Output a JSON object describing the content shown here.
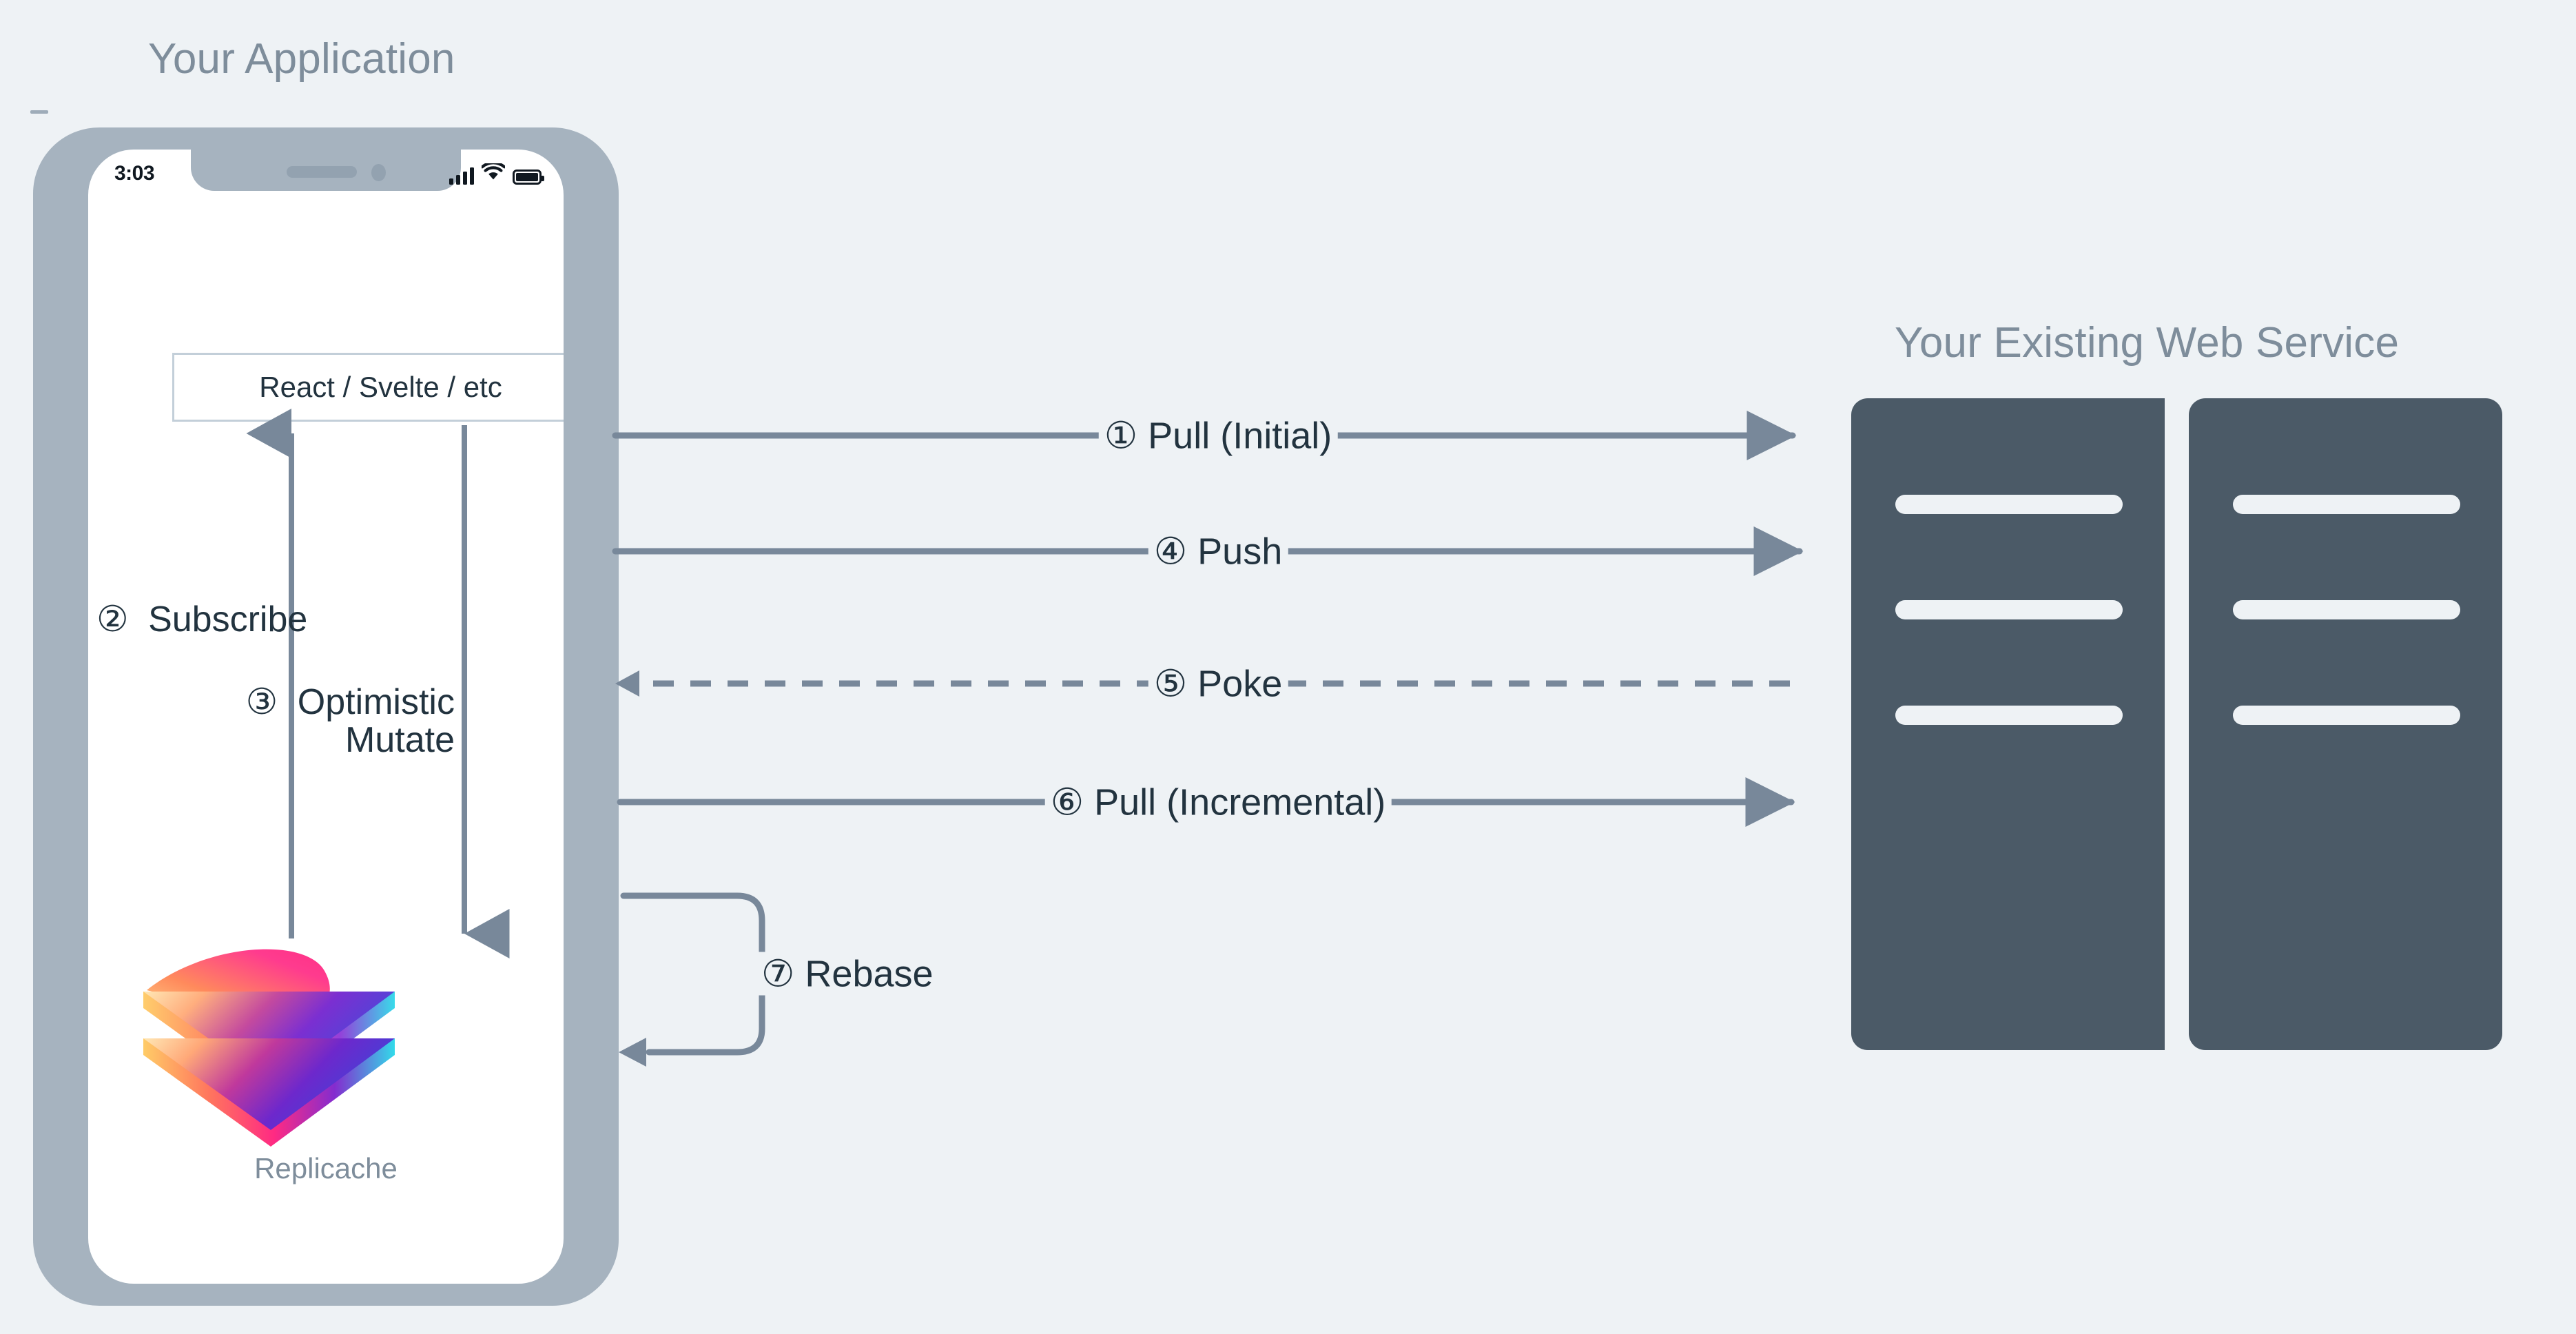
{
  "diagram": {
    "background_color": "#eef2f5",
    "client_title": "Your Application",
    "service_title": "Your Existing Web Service"
  },
  "phone": {
    "frame_color": "#a6b3bf",
    "screen_color": "#ffffff",
    "status_bar": {
      "time": "3:03",
      "icons": [
        "cellular-signal-icon",
        "wifi-icon",
        "battery-icon"
      ]
    },
    "framework_box": {
      "label": "React / Svelte / etc",
      "border_color": "#c3cfd9"
    },
    "internal_steps": [
      {
        "number": "②",
        "label": "Subscribe",
        "direction": "up",
        "from": "Replicache",
        "to": "React / Svelte / etc"
      },
      {
        "number": "③",
        "label_line1": "Optimistic",
        "label_line2": "Mutate",
        "direction": "down",
        "from": "React / Svelte / etc",
        "to": "Replicache"
      }
    ],
    "logo": {
      "name": "replicache-logo",
      "caption": "Replicache",
      "caption_color": "#7e8d9b",
      "gradient_stops": [
        "#ffd98a",
        "#ff8a5c",
        "#ff3b8e",
        "#8b2fd6",
        "#5b3fd6",
        "#27d8e8"
      ]
    }
  },
  "flows": [
    {
      "number": "①",
      "label": "① Pull (Initial)",
      "direction": "right",
      "style": "solid"
    },
    {
      "number": "④",
      "label": "④ Push",
      "direction": "right",
      "style": "solid"
    },
    {
      "number": "⑤",
      "label": "⑤ Poke",
      "direction": "left",
      "style": "dashed"
    },
    {
      "number": "⑥",
      "label": "⑥ Pull (Incremental)",
      "direction": "right",
      "style": "solid"
    },
    {
      "number": "⑦",
      "label": "⑦ Rebase",
      "direction": "loop-left",
      "style": "solid"
    }
  ],
  "server": {
    "rack_color": "#4b5a67",
    "slot_color": "#eef2f5",
    "racks": [
      {
        "name": "rack-left",
        "slots": 3
      },
      {
        "name": "rack-right",
        "slots": 3
      }
    ]
  },
  "colors": {
    "arrow": "#78889a",
    "text_dark": "#22333f",
    "text_muted": "#7e8d9b",
    "frame": "#a6b3bf",
    "server": "#4b5a67"
  }
}
